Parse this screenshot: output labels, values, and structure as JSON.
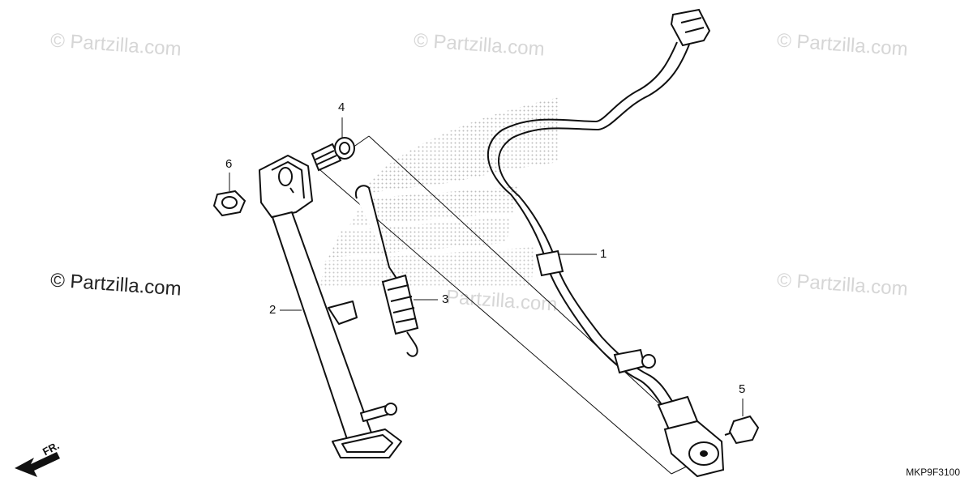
{
  "watermarks": {
    "top_left": "© Partzilla.com",
    "top_center": "© Partzilla.com",
    "top_right": "© Partzilla.com",
    "mid_left": "© Partzilla.com",
    "mid_center": "Partzilla.com",
    "mid_right": "© Partzilla.com"
  },
  "callouts": {
    "c1": "1",
    "c2": "2",
    "c3": "3",
    "c4": "4",
    "c5": "5",
    "c6": "6"
  },
  "front_indicator": "FR.",
  "diagram_code": "MKP9F3100",
  "colors": {
    "line": "#111111",
    "watermark": "#d6d6d6",
    "logo_dots": "#bdbdbd"
  }
}
